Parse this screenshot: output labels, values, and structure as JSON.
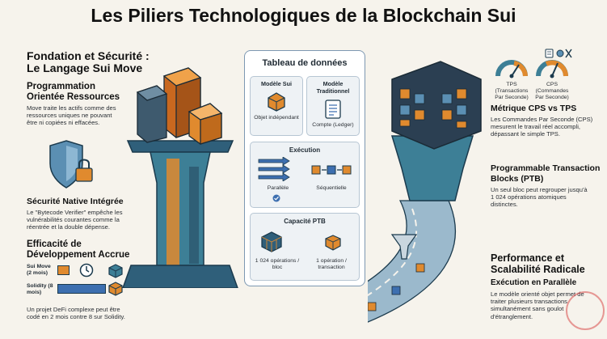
{
  "title": "Les Piliers Technologiques de la Blockchain Sui",
  "left": {
    "heading": "Fondation et Sécurité : Le Langage Sui Move",
    "resource": {
      "title": "Programmation Orientée Ressources",
      "text": "Move traite les actifs comme des ressources uniques ne pouvant être ni copiées ni effacées."
    },
    "security": {
      "title": "Sécurité Native Intégrée",
      "text": "Le \"Bytecode Verifier\" empêche les vulnérabilités courantes comme la réentrée et la double dépense."
    },
    "efficiency": {
      "title": "Efficacité de Développement Accrue",
      "bars": [
        {
          "label": "Sui Move (2 mois)",
          "months": 2
        },
        {
          "label": "Solidity (8 mois)",
          "months": 8
        }
      ],
      "text": "Un projet DeFi complexe peut être codé en 2 mois contre 8 sur Solidity."
    }
  },
  "table": {
    "title": "Tableau de données",
    "col1": {
      "header": "Modèle Sui",
      "caption": "Objet indépendant"
    },
    "col2": {
      "header": "Modèle Traditionnel",
      "caption": "Compte (Ledger)"
    },
    "execution": {
      "header": "Exécution",
      "left": "Parallèle",
      "right": "Séquentielle"
    },
    "ptb": {
      "header": "Capacité PTB",
      "left": "1 024 opérations / bloc",
      "right": "1 opération / transaction"
    }
  },
  "right": {
    "gauge_tps": "TPS (Transactions Par Seconde)",
    "gauge_cps": "CPS (Commandes Par Seconde)",
    "metric": {
      "title": "Métrique CPS vs TPS",
      "text": "Les Commandes Par Seconde (CPS) mesurent le travail réel accompli, dépassant le simple TPS."
    },
    "ptb": {
      "title": "Programmable Transaction Blocks (PTB)",
      "text": "Un seul bloc peut regrouper jusqu'à 1 024 opérations atomiques distinctes."
    },
    "performance": {
      "title": "Performance et Scalabilité Radicale",
      "subtitle": "Exécution en Parallèle",
      "text": "Le modèle orienté objet permet de traiter plusieurs transactions simultanément sans goulot d'étranglement."
    }
  },
  "colors": {
    "accent_blue": "#2f5f8a",
    "accent_orange": "#e08a2e",
    "accent_teal": "#3d7f96",
    "dark": "#1f3a4d"
  }
}
